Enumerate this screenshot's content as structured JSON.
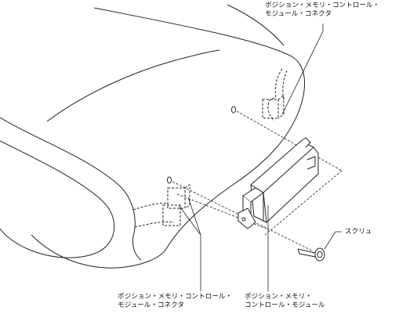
{
  "labels": {
    "top_connector": {
      "line1": "ポジション・メモリ・コントロール・",
      "line2": "モジュール・コネクタ"
    },
    "bottom_connector": {
      "line1": "ポジション・メモリ・コントロール・",
      "line2": "モジュール・コネクタ"
    },
    "module": {
      "line1": "ポジション・メモリ・",
      "line2": "コントロール・モジュール"
    },
    "screw": "スクリュ"
  }
}
